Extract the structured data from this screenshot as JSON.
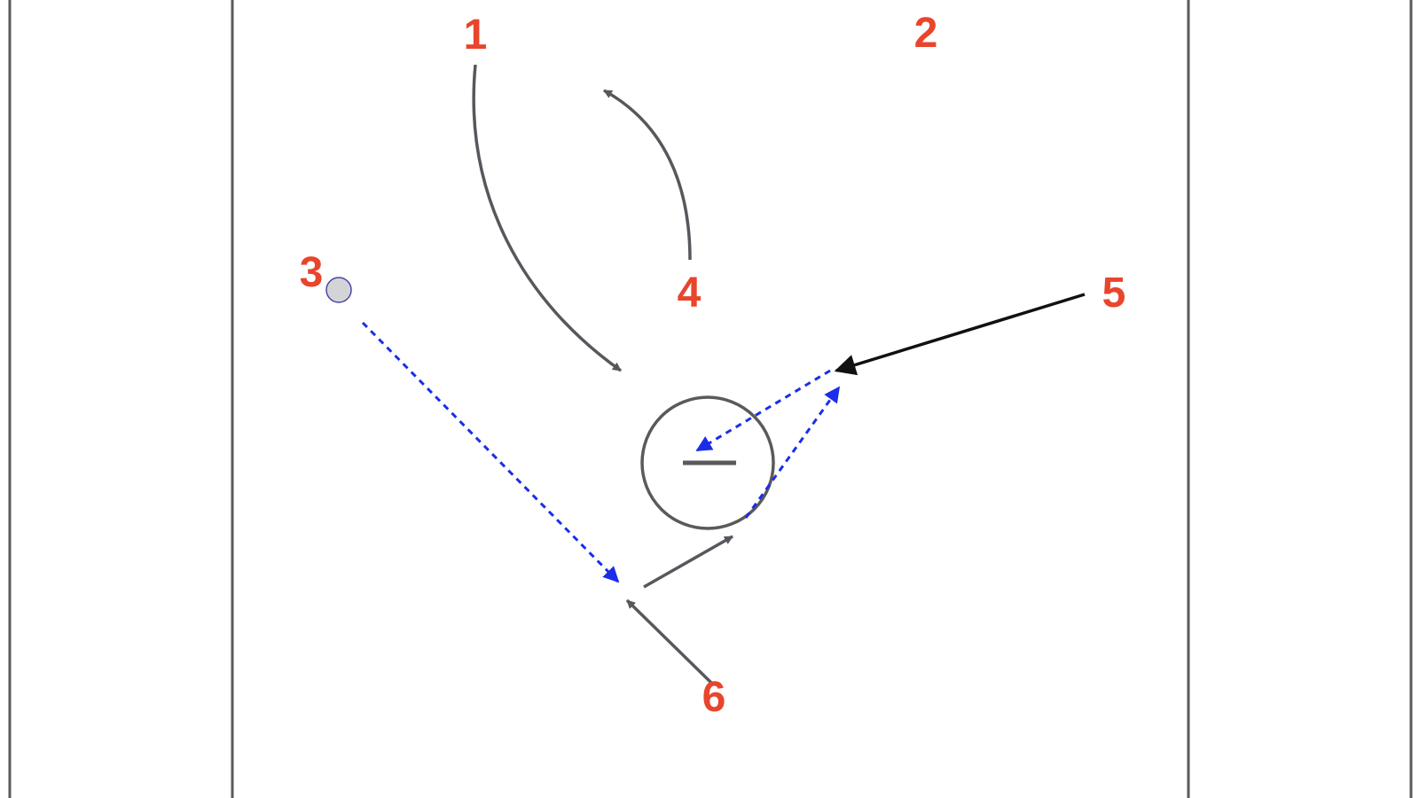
{
  "colors": {
    "player": "#e8452c",
    "cut": "#55585c",
    "drive": "#111111",
    "pass": "#1a2ee8",
    "court": "#5a5a5a",
    "ball_fill": "#d4d4d6",
    "ball_stroke": "#4545a8"
  },
  "players": [
    {
      "id": "player-1",
      "label": "1"
    },
    {
      "id": "player-2",
      "label": "2"
    },
    {
      "id": "player-3",
      "label": "3"
    },
    {
      "id": "player-4",
      "label": "4"
    },
    {
      "id": "player-5",
      "label": "5"
    },
    {
      "id": "player-6",
      "label": "6"
    }
  ],
  "ball": {
    "holder": "3"
  },
  "legend_icons": {
    "cut": "solid-gray-arrow",
    "drive": "solid-black-arrow",
    "pass": "dashed-blue-arrow"
  }
}
